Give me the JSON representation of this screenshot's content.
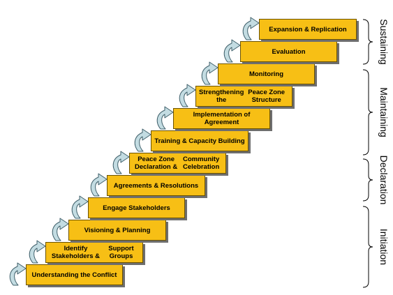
{
  "steps": [
    {
      "lines": [
        "Understanding the Conflict"
      ]
    },
    {
      "lines": [
        "Identify Stakeholders &",
        "Support Groups"
      ]
    },
    {
      "lines": [
        "Visioning & Planning"
      ]
    },
    {
      "lines": [
        "Engage Stakeholders"
      ]
    },
    {
      "lines": [
        "Agreements & Resolutions"
      ]
    },
    {
      "lines": [
        "Peace Zone Declaration &",
        "Community Celebration"
      ]
    },
    {
      "lines": [
        "Training & Capacity Building"
      ]
    },
    {
      "lines": [
        "Implementation of Agreement"
      ]
    },
    {
      "lines": [
        "Strengthening the",
        "Peace Zone Structure"
      ]
    },
    {
      "lines": [
        "Monitoring"
      ]
    },
    {
      "lines": [
        "Evaluation"
      ]
    },
    {
      "lines": [
        "Expansion & Replication"
      ]
    }
  ],
  "phases": [
    {
      "label": "Sustaining"
    },
    {
      "label": "Maintaining"
    },
    {
      "label": "Declaration"
    },
    {
      "label": "Initiation"
    }
  ],
  "colors": {
    "box_fill": "#f7bf15",
    "box_border": "#6b5200",
    "arrow_fill": "#c3dce2",
    "arrow_stroke": "#3f5f6a"
  },
  "icons": {
    "arrow": "curved-arrow-icon",
    "brace": "right-brace"
  }
}
